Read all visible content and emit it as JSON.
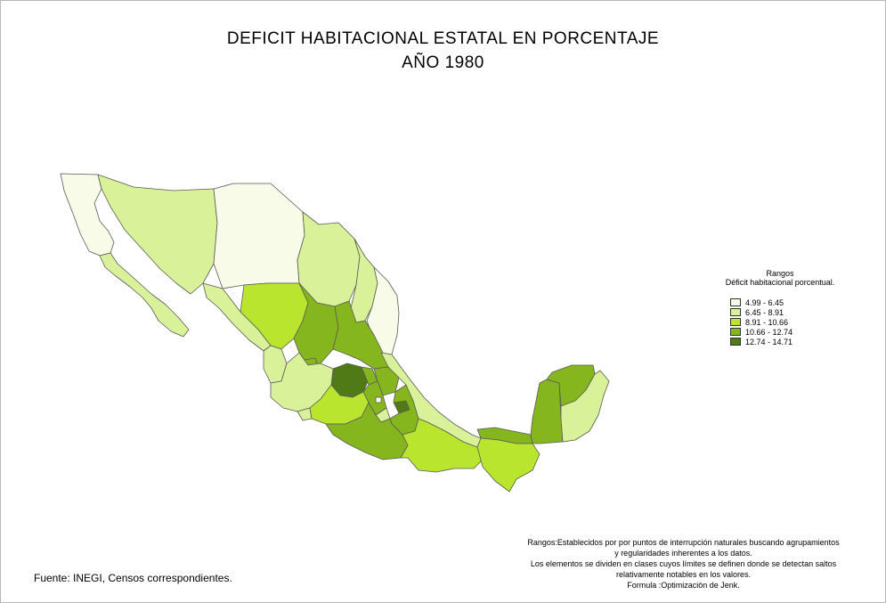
{
  "title": {
    "line1": "DEFICIT HABITACIONAL ESTATAL EN PORCENTAJE",
    "line2": "AÑO 1980"
  },
  "legend": {
    "title": "Rangos",
    "subtitle": "Déficit habitacional porcentual.",
    "classes": [
      {
        "label": "4.99 - 6.45",
        "color": "#f7fbe8"
      },
      {
        "label": "6.45 - 8.91",
        "color": "#d9f29a"
      },
      {
        "label": "8.91 - 10.66",
        "color": "#b9e52e"
      },
      {
        "label": "10.66 - 12.74",
        "color": "#86b61e"
      },
      {
        "label": "12.74 - 14.71",
        "color": "#4f7a16"
      }
    ]
  },
  "source": "Fuente: INEGI, Censos correspondientes.",
  "notes": [
    "Rangos:Establecidos por por puntos de interrupción naturales buscando agrupamientos",
    "y regularidades inherentes a los datos.",
    "Los elementos se dividen en clases cuyos límites se definen donde se detectan saltos",
    "relativamente notables en los valores.",
    "Formula :Optimización de Jenk."
  ],
  "map": {
    "border_color": "#5a5a5a"
  }
}
